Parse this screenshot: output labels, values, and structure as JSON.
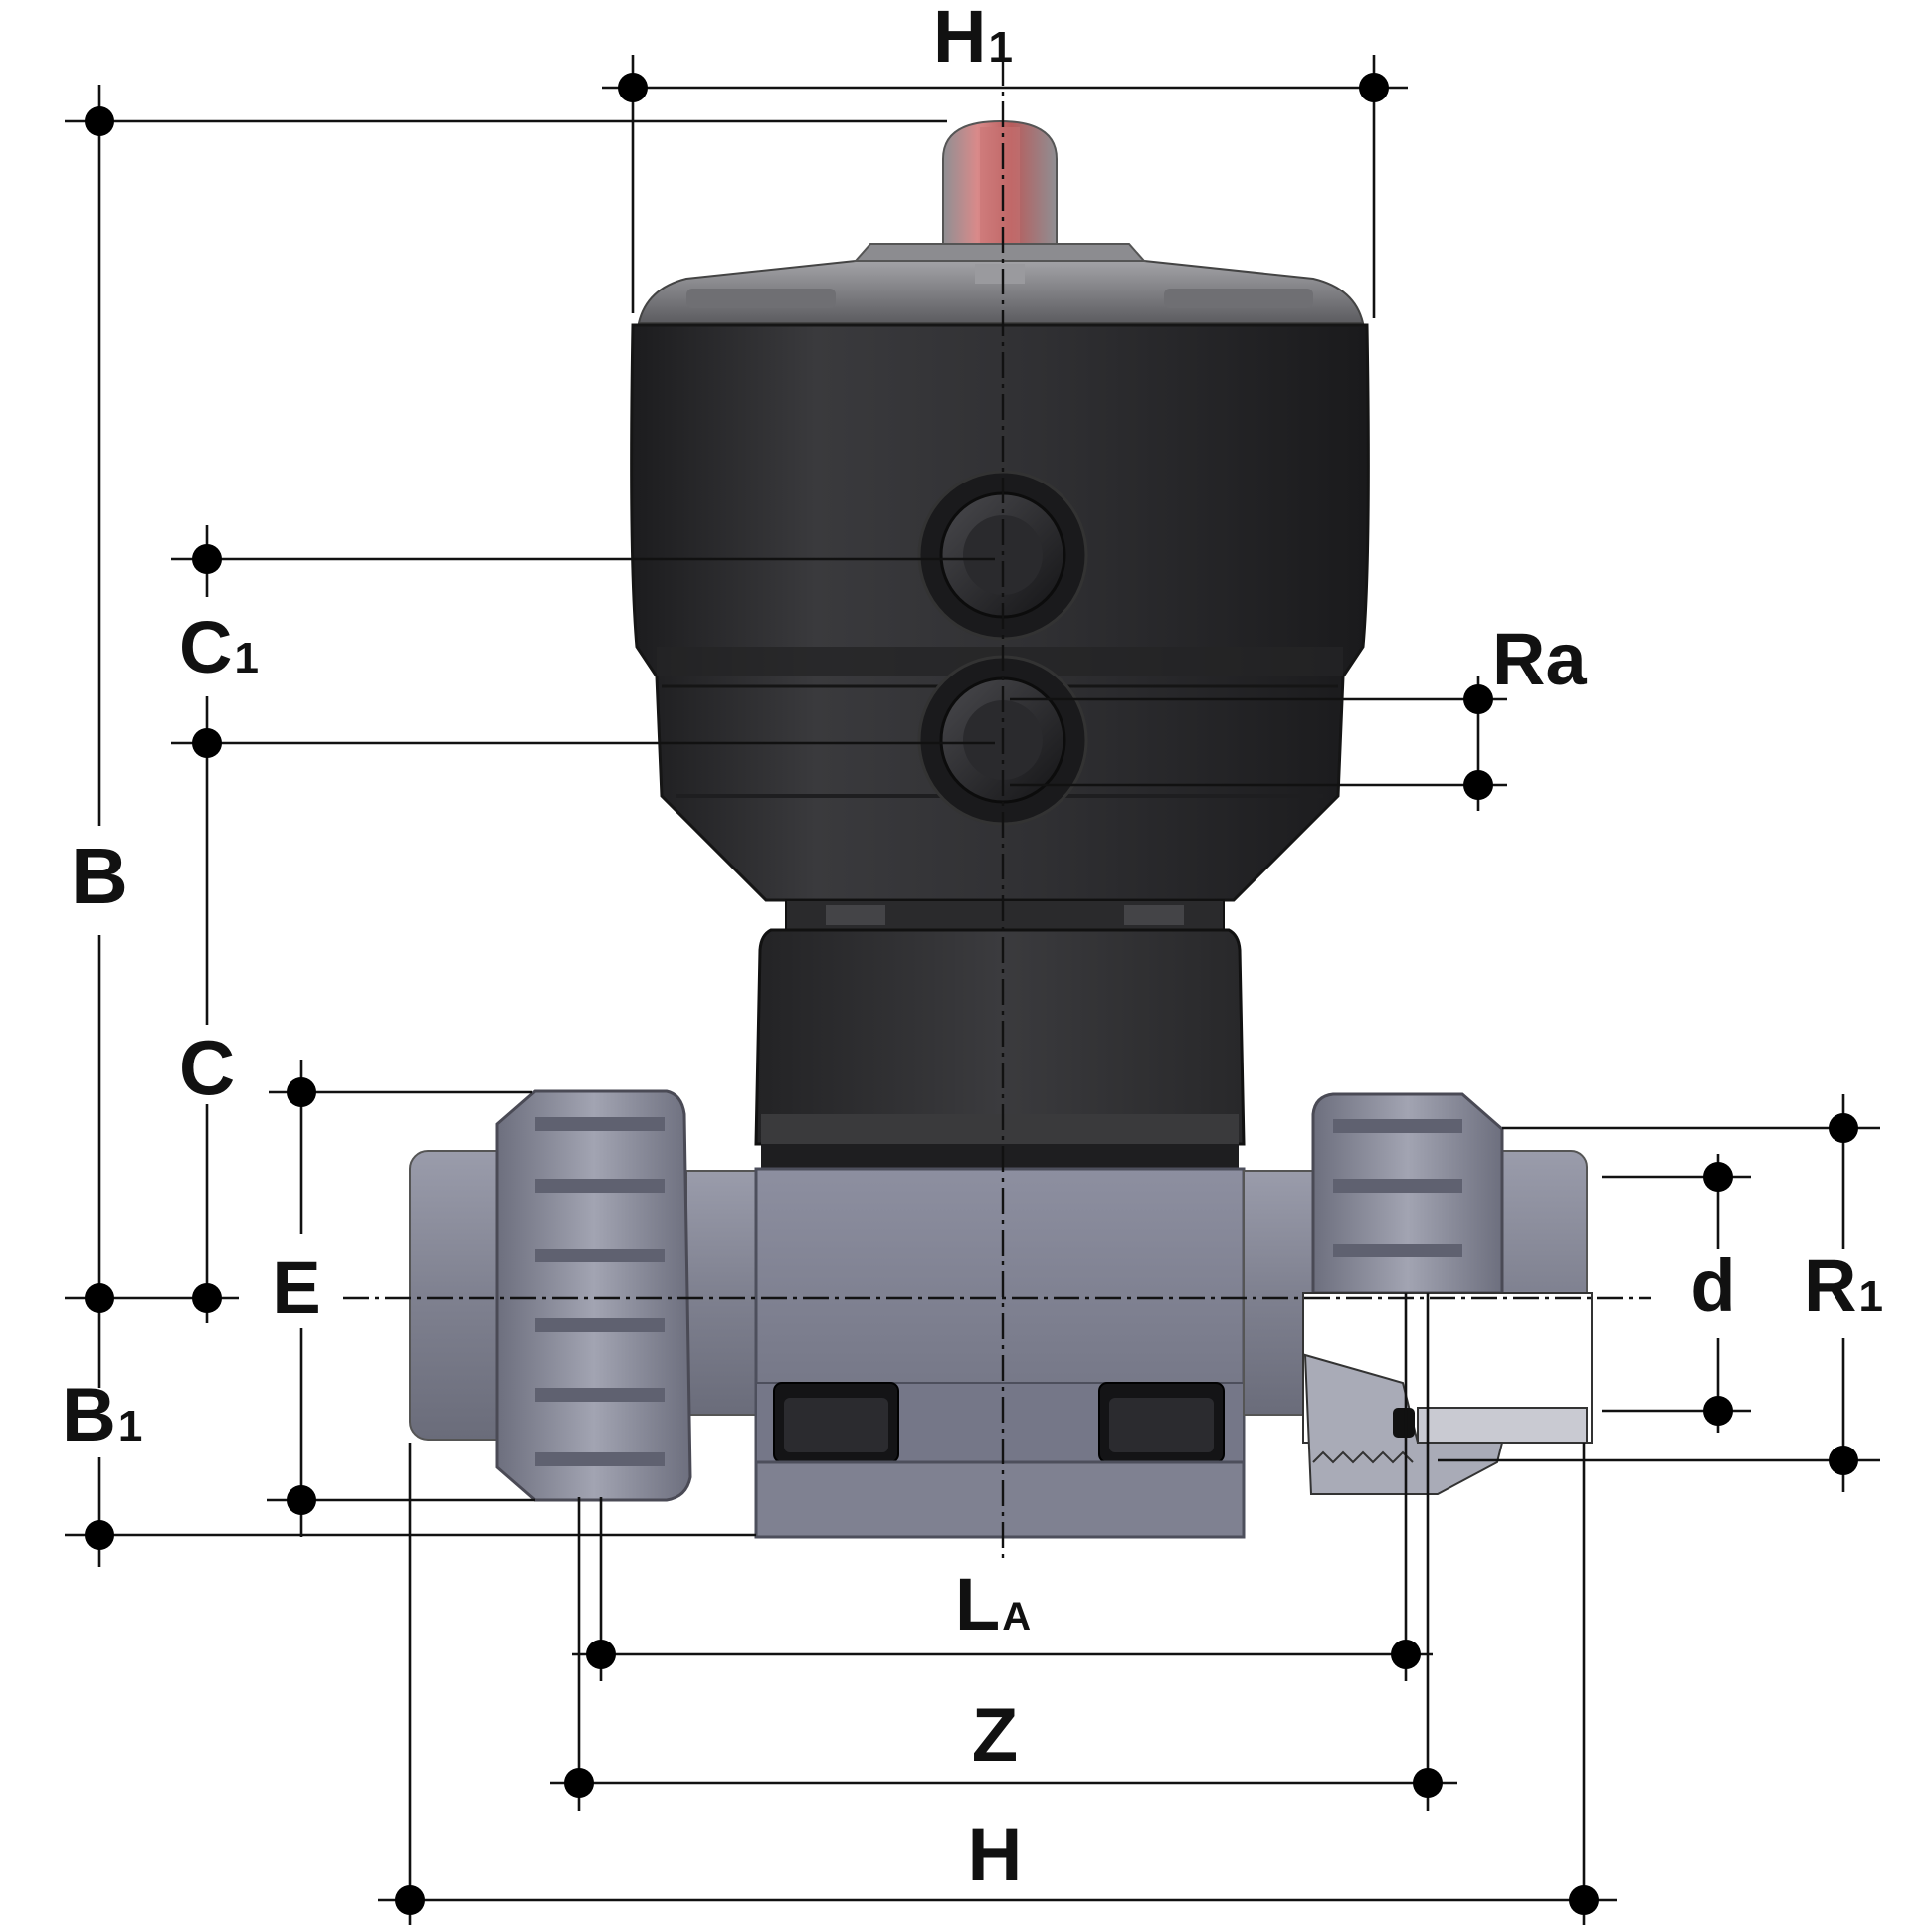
{
  "drawing": {
    "subject": "pneumatic diaphragm valve with union ends",
    "colors": {
      "actuator": "#2b2b2d",
      "actuator_cap": "#7c7c80",
      "bonnet": "#333335",
      "body": "#7d7f8f",
      "union_nut": "#8a8c9c",
      "indicator": "#c06a6a",
      "dimension_line": "#111111"
    }
  },
  "dimensions": {
    "H1": {
      "main": "H",
      "sub": "1"
    },
    "B": {
      "main": "B",
      "sub": ""
    },
    "B1": {
      "main": "B",
      "sub": "1"
    },
    "C": {
      "main": "C",
      "sub": ""
    },
    "C1": {
      "main": "C",
      "sub": "1"
    },
    "Ra": {
      "main": "Ra",
      "sub": ""
    },
    "E": {
      "main": "E",
      "sub": ""
    },
    "d": {
      "main": "d",
      "sub": ""
    },
    "R1": {
      "main": "R",
      "sub": "1"
    },
    "LA": {
      "main": "L",
      "sub": "A"
    },
    "Z": {
      "main": "Z",
      "sub": ""
    },
    "H": {
      "main": "H",
      "sub": ""
    }
  }
}
